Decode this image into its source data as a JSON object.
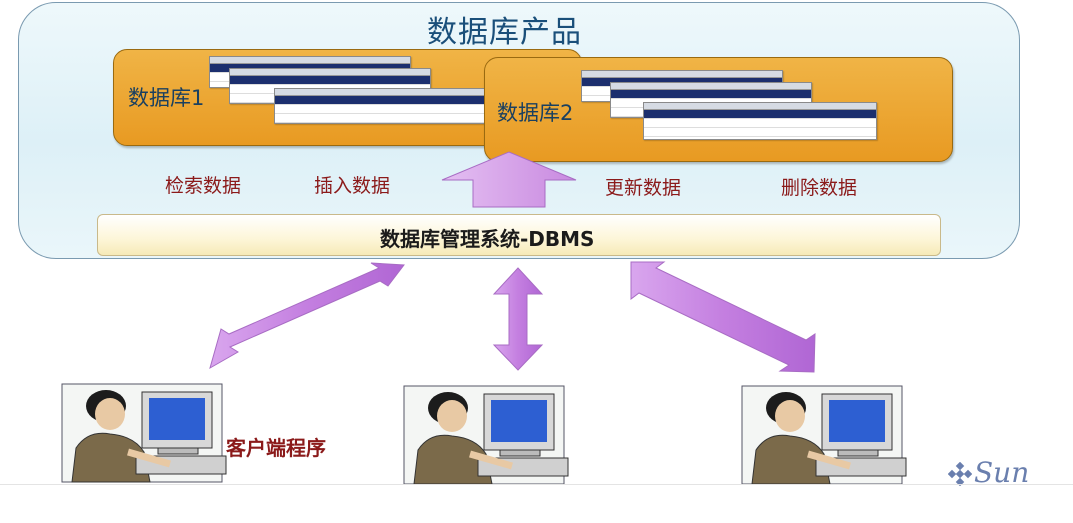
{
  "title": "数据库产品",
  "databases": [
    {
      "label": "数据库1"
    },
    {
      "label": "数据库2"
    }
  ],
  "operations": {
    "search": "检索数据",
    "insert": "插入数据",
    "update": "更新数据",
    "delete": "删除数据"
  },
  "dbms": {
    "label": "数据库管理系统-DBMS"
  },
  "client": {
    "label": "客户端程序"
  },
  "logo": {
    "text": "Sun"
  },
  "colors": {
    "panel_border": "#7a9ab0",
    "db_box": "#eca432",
    "arrow": "#c98ae0",
    "operation_text": "#8b1a1a",
    "title_text": "#1a4f7a"
  }
}
